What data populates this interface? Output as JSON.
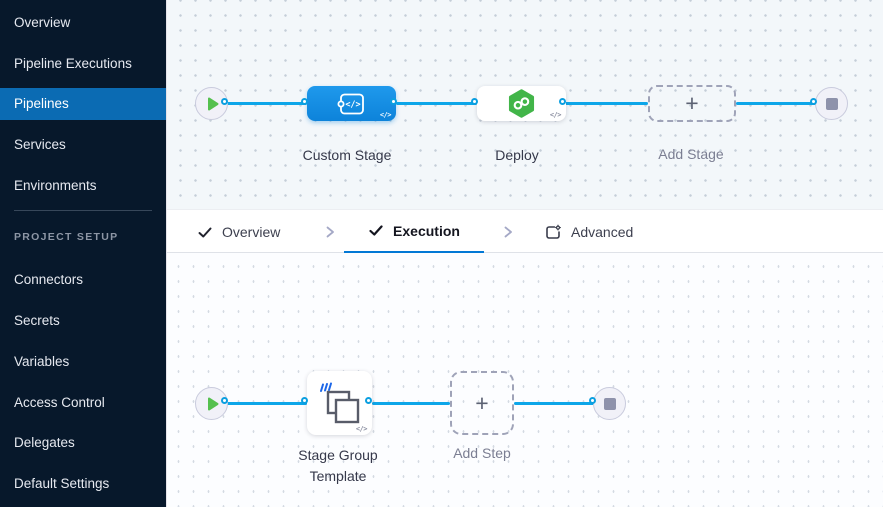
{
  "sidebar": {
    "nav_items": [
      {
        "label": "Overview",
        "active": false
      },
      {
        "label": "Pipeline Executions",
        "active": false
      },
      {
        "label": "Pipelines",
        "active": true
      },
      {
        "label": "Services",
        "active": false
      },
      {
        "label": "Environments",
        "active": false
      }
    ],
    "section_label": "PROJECT SETUP",
    "setup_items": [
      {
        "label": "Connectors"
      },
      {
        "label": "Secrets"
      },
      {
        "label": "Variables"
      },
      {
        "label": "Access Control"
      },
      {
        "label": "Delegates"
      },
      {
        "label": "Default Settings"
      }
    ]
  },
  "stage_canvas": {
    "labels": {
      "custom_stage": "Custom Stage",
      "deploy": "Deploy",
      "add_stage": "Add Stage"
    }
  },
  "tab_bar": {
    "tabs": [
      {
        "label": "Overview",
        "icon": "check-icon",
        "active": false
      },
      {
        "label": "Execution",
        "icon": "check-icon",
        "active": true
      },
      {
        "label": "Advanced",
        "icon": "advanced-settings-icon",
        "active": false
      }
    ]
  },
  "execution_canvas": {
    "labels": {
      "stage_group_line1": "Stage Group",
      "stage_group_line2": "Template",
      "add_step": "Add Step"
    }
  },
  "glyphs": {
    "code": "</>",
    "plus": "+"
  },
  "colors": {
    "sidebar_bg": "#07182b",
    "sidebar_active_bg": "#0b6bb3",
    "accent_blue": "#0278d5",
    "connector_blue": "#0da6e9",
    "custom_stage_blue": "#1690e2",
    "deploy_green": "#42b549",
    "play_green": "#55c04e",
    "template_badge_blue": "#1b66e8"
  }
}
